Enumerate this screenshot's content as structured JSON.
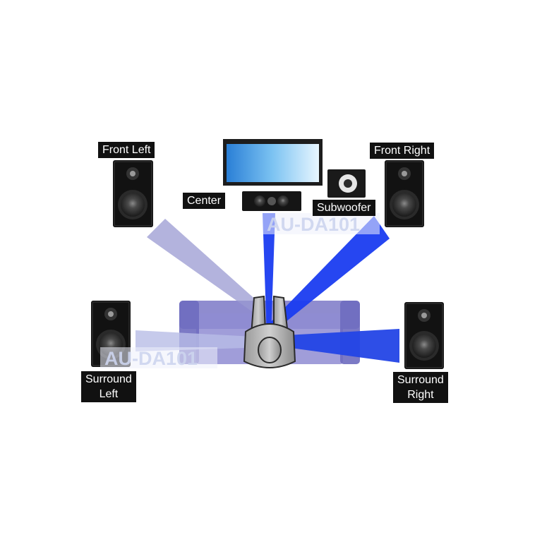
{
  "speakers": {
    "front_left": {
      "label": "Front Left"
    },
    "front_right": {
      "label": "Front Right"
    },
    "center": {
      "label": "Center"
    },
    "subwoofer": {
      "label": "Subwoofer"
    },
    "surround_left": {
      "label_line1": "Surround",
      "label_line2": "Left"
    },
    "surround_right": {
      "label_line1": "Surround",
      "label_line2": "Right"
    }
  },
  "watermark": {
    "text": "AU-DA101"
  },
  "colors": {
    "front_beam": "#9a9ad2",
    "direct_beam": "#1a3cf0",
    "surround_right_beam": "#2345e6",
    "surround_left_beam": "#b8bde6",
    "sofa": "#7b78c7",
    "speaker_body": "#111111",
    "label_bg": "#111111",
    "label_text": "#ffffff"
  }
}
